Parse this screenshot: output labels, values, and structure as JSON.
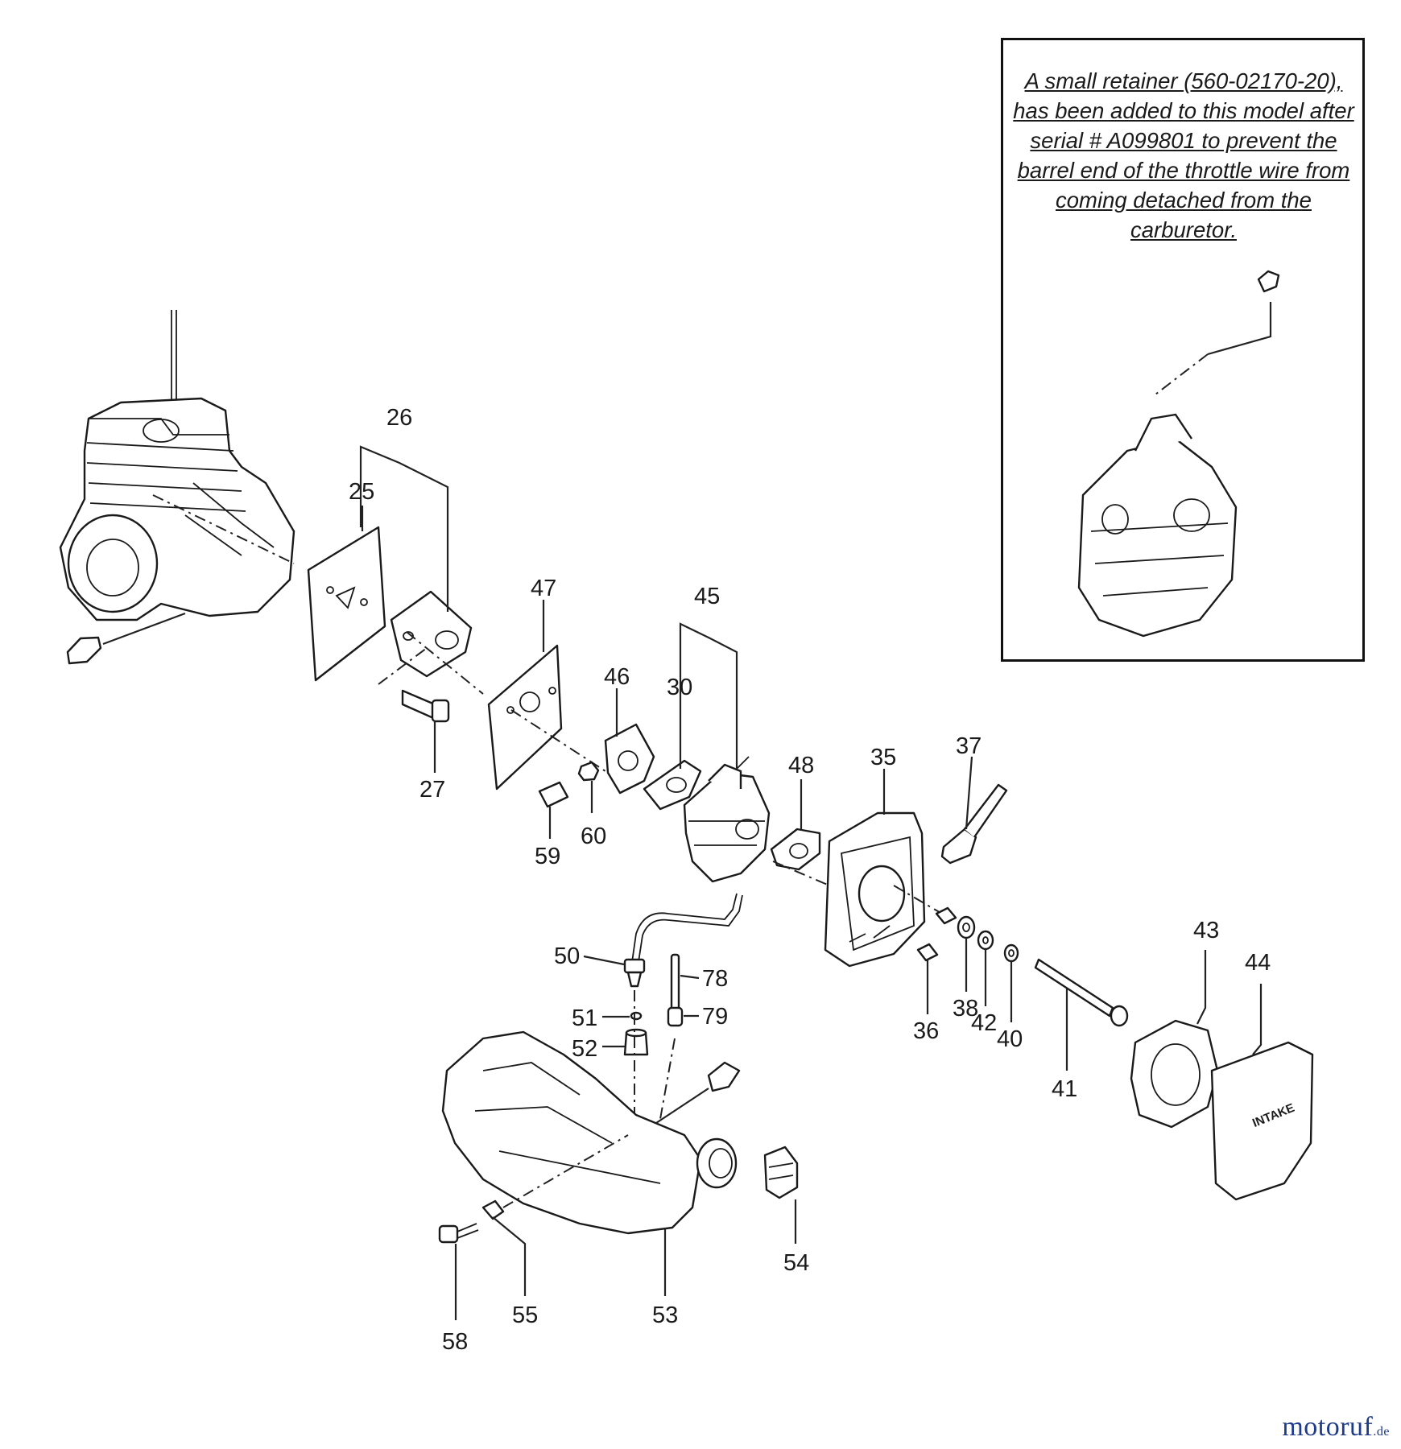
{
  "note": {
    "text": "A small retainer (560-02170-20), has been added to this model after serial # A099801 to prevent the barrel end of the throttle wire from coming detached from the carburetor."
  },
  "watermark": {
    "brand": "motoruf",
    "tld": ".de"
  },
  "part_labels": {
    "p25": "25",
    "p26": "26",
    "p27": "27",
    "p30": "30",
    "p35": "35",
    "p36": "36",
    "p37": "37",
    "p38": "38",
    "p40": "40",
    "p41": "41",
    "p42": "42",
    "p43": "43",
    "p44": "44",
    "p45": "45",
    "p46": "46",
    "p47": "47",
    "p48": "48",
    "p50": "50",
    "p51": "51",
    "p52": "52",
    "p53": "53",
    "p54": "54",
    "p55": "55",
    "p58": "58",
    "p59": "59",
    "p60": "60",
    "p78": "78",
    "p79": "79"
  },
  "cover_marking": "INTAKE",
  "icons": [
    "engine-block",
    "carburetor",
    "air-filter-cover",
    "fuel-tank",
    "arrow-indicator"
  ]
}
